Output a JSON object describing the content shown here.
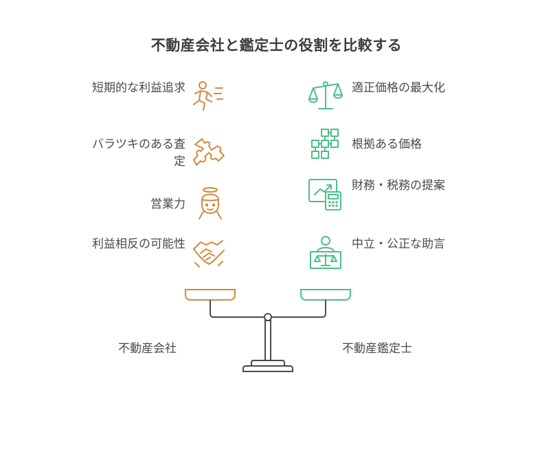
{
  "title": "不動産会社と鑑定士の役割を比較する",
  "left": {
    "label": "不動産会社",
    "color": "#d08a3c",
    "items": [
      {
        "text": "短期的な利益追求",
        "icon": "running-person-icon"
      },
      {
        "text": "バラツキのある査定",
        "icon": "puzzle-piece-icon"
      },
      {
        "text": "営業力",
        "icon": "salesperson-icon"
      },
      {
        "text": "利益相反の可能性",
        "icon": "handshake-icon"
      }
    ]
  },
  "right": {
    "label": "不動産鑑定士",
    "color": "#4bbf86",
    "items": [
      {
        "text": "適正価格の最大化",
        "icon": "balance-scale-icon"
      },
      {
        "text": "根拠ある価格",
        "icon": "network-blocks-icon"
      },
      {
        "text": "財務・税務の提案",
        "icon": "chart-calculator-icon"
      },
      {
        "text": "中立・公正な助言",
        "icon": "person-at-scale-icon"
      }
    ]
  }
}
